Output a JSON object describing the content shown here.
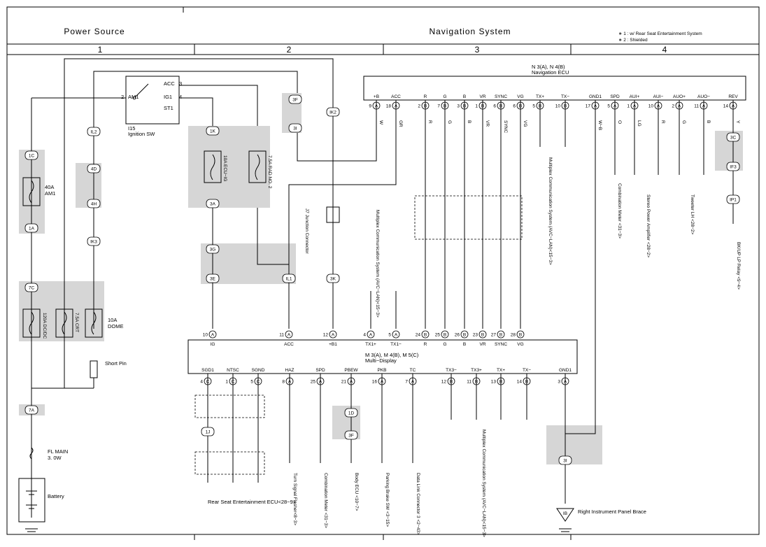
{
  "headers": {
    "power_source": "Power Source",
    "navigation_system": "Navigation System"
  },
  "sections": [
    "1",
    "2",
    "3",
    "4"
  ],
  "notes": [
    "∗ 1 : w/ Rear Seat Entertainment System",
    "∗ 2 : Shielded"
  ],
  "nav_ecu": {
    "title": "N 3(A), N 4(B)",
    "name": "Navigation ECU",
    "terminals": [
      {
        "label": "+B",
        "num": "9",
        "conn": "A",
        "wire": "W"
      },
      {
        "label": "ACC",
        "num": "18",
        "conn": "A",
        "wire": "GR"
      },
      {
        "label": "R",
        "num": "2",
        "conn": "B",
        "wire": "R"
      },
      {
        "label": "G",
        "num": "7",
        "conn": "B",
        "wire": "G"
      },
      {
        "label": "B",
        "num": "3",
        "conn": "B",
        "wire": "B"
      },
      {
        "label": "VR",
        "num": "1",
        "conn": "B",
        "wire": "VR"
      },
      {
        "label": "SYNC",
        "num": "6",
        "conn": "B",
        "wire": "SYNC"
      },
      {
        "label": "VG",
        "num": "6",
        "conn": "B",
        "wire": "VG"
      },
      {
        "label": "TX+",
        "num": "5",
        "conn": "B",
        "wire": ""
      },
      {
        "label": "TX−",
        "num": "10",
        "conn": "B",
        "wire": ""
      },
      {
        "label": "GND1",
        "num": "17",
        "conn": "A",
        "wire": "W−B"
      },
      {
        "label": "SPD",
        "num": "5",
        "conn": "A",
        "wire": "O"
      },
      {
        "label": "AUI+",
        "num": "1",
        "conn": "A",
        "wire": "LG"
      },
      {
        "label": "AUI−",
        "num": "10",
        "conn": "A",
        "wire": "R"
      },
      {
        "label": "AUO+",
        "num": "2",
        "conn": "A",
        "wire": "G"
      },
      {
        "label": "AUO−",
        "num": "11",
        "conn": "A",
        "wire": "B"
      },
      {
        "label": "REV",
        "num": "14",
        "conn": "A",
        "wire": "Y"
      }
    ]
  },
  "multi_display": {
    "title": "M 3(A), M 4(B), M 5(C)",
    "name": "Multi−Display",
    "top": [
      {
        "label": "IG",
        "num": "10",
        "conn": "A"
      },
      {
        "label": "ACC",
        "num": "11",
        "conn": "A"
      },
      {
        "label": "+B1",
        "num": "12",
        "conn": "A"
      },
      {
        "label": "TX1+",
        "num": "4",
        "conn": "A"
      },
      {
        "label": "TX1−",
        "num": "5",
        "conn": "A"
      },
      {
        "label": "R",
        "num": "24",
        "conn": "B"
      },
      {
        "label": "G",
        "num": "25",
        "conn": "B"
      },
      {
        "label": "B",
        "num": "26",
        "conn": "B"
      },
      {
        "label": "VR",
        "num": "23",
        "conn": "B"
      },
      {
        "label": "SYNC",
        "num": "27",
        "conn": "B"
      },
      {
        "label": "VG",
        "num": "28",
        "conn": "B"
      }
    ],
    "bottom": [
      {
        "label": "SGD1",
        "num": "4",
        "conn": "C"
      },
      {
        "label": "NTSC",
        "num": "1",
        "conn": "C"
      },
      {
        "label": "SGND",
        "num": "5",
        "conn": "C"
      },
      {
        "label": "HAZ",
        "num": "8",
        "conn": "A"
      },
      {
        "label": "SPD",
        "num": "25",
        "conn": "A"
      },
      {
        "label": "PBEW",
        "num": "21",
        "conn": "A"
      },
      {
        "label": "PKB",
        "num": "16",
        "conn": "A"
      },
      {
        "label": "TC",
        "num": "7",
        "conn": "A"
      },
      {
        "label": "TX3−",
        "num": "12",
        "conn": "B"
      },
      {
        "label": "TX3+",
        "num": "11",
        "conn": "B"
      },
      {
        "label": "TX+",
        "num": "13",
        "conn": "B"
      },
      {
        "label": "TX−",
        "num": "14",
        "conn": "B"
      },
      {
        "label": "GND1",
        "num": "3",
        "conn": "A"
      }
    ]
  },
  "ignition_sw": {
    "id": "I15",
    "name": "Ignition SW",
    "am1": "AM1",
    "am1_pin": "2",
    "acc": "ACC",
    "acc_pin": "3",
    "ig1": "IG1",
    "ig1_pin": "4",
    "st1": "ST1"
  },
  "fuses": {
    "am1": {
      "rating": "40A",
      "name": "AM1"
    },
    "dcdc": "120A DC/DC",
    "crt": "7.5A CRT",
    "dome": {
      "rating": "10A",
      "name": "DOME"
    },
    "ecu_ig": "10A ECU−IG",
    "radio": "7.5A RAD NO. 2",
    "fl_main": {
      "name": "FL MAIN",
      "rating": "3. 0W"
    }
  },
  "connectors": [
    "1C",
    "1A",
    "7C",
    "7A",
    "IL2",
    "4D",
    "4H",
    "IK3",
    "3F",
    "3I",
    "IK2",
    "1K",
    "3A",
    "3G",
    "3E",
    "IL1",
    "3K",
    "3C",
    "IF3",
    "IP1",
    "1J",
    "1D",
    "3F",
    "3I"
  ],
  "components": {
    "short_pin": "Short Pin",
    "battery": "Battery",
    "junction": "J7 Junction Connector",
    "ground": "IB",
    "right_ground": "Right Instrument Panel Brace",
    "rse_ecu": "Rear Seat Entertainment ECU<28−9>",
    "turn_signal": "Turn Signal Flasher<8−3>",
    "comb_meter_bottom": "Combination Meter <31−3>",
    "body_ecu": "Body ECU <10−7>",
    "parking_brake": "Parking Brake SW <3−15>",
    "data_link": "Data Link Connector 3 <2−43>",
    "mux_bottom": "Multiplex Communication System (AVC−LAN)<15−3>",
    "mux_mid": "Multiplex Communication System (AVC−LAN)<15−3>",
    "mux_top": "Multiplex Communication System (AVC−LAN)<15−3>",
    "comb_meter_top": "Combination Meter <31−3>",
    "stereo_amp": "Stereo Power Amplifier <28−2>",
    "tweeter": "Tweeter LH <28−2>",
    "bkup_relay": "BK/UP LP Relay <9−4>"
  }
}
